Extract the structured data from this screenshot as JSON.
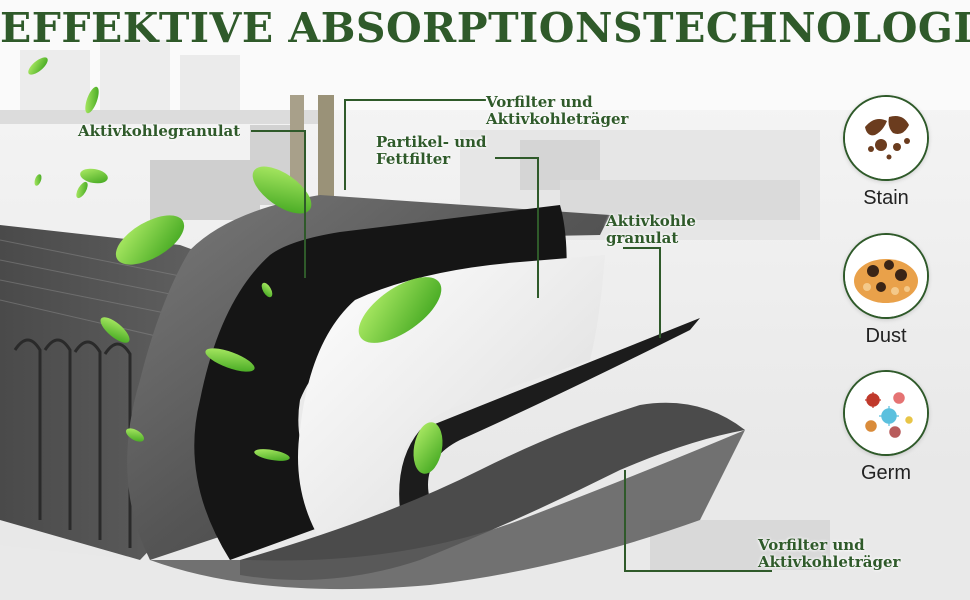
{
  "headline": "EFFEKTIVE ABSORPTIONSTECHNOLOGIE",
  "callouts": {
    "granulat_left": [
      "Aktivkohlegranulat"
    ],
    "vorfilter_top": [
      "Vorfilter und",
      "Aktivkohleträger"
    ],
    "partikel": [
      "Partikel- und",
      "Fettfilter"
    ],
    "granulat_right": [
      "Aktivkohle",
      "granulat"
    ],
    "vorfilter_bottom": [
      "Vorfilter und",
      "Aktivkohleträger"
    ]
  },
  "badges": [
    {
      "label": "Stain",
      "icon": "stain-icon"
    },
    {
      "label": "Dust",
      "icon": "dust-icon"
    },
    {
      "label": "Germ",
      "icon": "germ-icon"
    }
  ],
  "colors": {
    "accent_green": "#2f5a2a",
    "leaf_green": "#6fcf2f",
    "filter_gray": "#5a5a5a",
    "filter_black": "#1a1a1a"
  }
}
